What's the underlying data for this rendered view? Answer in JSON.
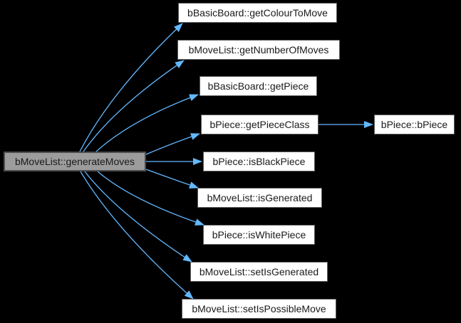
{
  "diagram": {
    "type": "call-graph",
    "root": {
      "label": "bMoveList::generateMoves"
    },
    "callees": [
      {
        "label": "bBasicBoard::getColourToMove"
      },
      {
        "label": "bMoveList::getNumberOfMoves"
      },
      {
        "label": "bBasicBoard::getPiece"
      },
      {
        "label": "bPiece::getPieceClass"
      },
      {
        "label": "bPiece::isBlackPiece"
      },
      {
        "label": "bMoveList::isGenerated"
      },
      {
        "label": "bPiece::isWhitePiece"
      },
      {
        "label": "bMoveList::setIsGenerated"
      },
      {
        "label": "bMoveList::setIsPossibleMove"
      }
    ],
    "secondary_callee": {
      "label": "bPiece::bPiece"
    }
  },
  "colors": {
    "background": "#000000",
    "edge": "#63b8ff",
    "node_fill": "#ffffff",
    "node_border": "#5f5f5f",
    "node_text": "#1a1a1a",
    "root_fill": "#9c9c9c",
    "root_border": "#4d4d4d"
  }
}
